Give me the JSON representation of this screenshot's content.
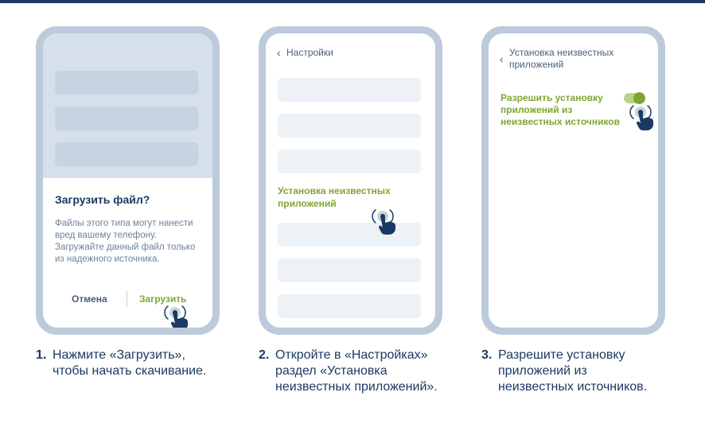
{
  "step1": {
    "dialog_title": "Загрузить файл?",
    "dialog_body": "Файлы этого типа могут нанести вред вашему телефону. Загружайте данный файл только из надежного источника.",
    "cancel_label": "Отмена",
    "download_label": "Загрузить",
    "caption_number": "1.",
    "caption_text": "Нажмите «Загрузить», чтобы начать скачивание."
  },
  "step2": {
    "header": "Настройки",
    "highlight": "Установка неизвестных приложений",
    "caption_number": "2.",
    "caption_text": "Откройте в «Настройках» раздел «Установка неизвестных приложений»."
  },
  "step3": {
    "header": "Установка неизвестных приложений",
    "toggle_label": "Разрешить установку приложений из неизвестных источников",
    "toggle_on": true,
    "caption_number": "3.",
    "caption_text": "Разрешите установку приложений из неизвестных источников."
  },
  "colors": {
    "frame": "#bccadb",
    "accent_green": "#7fa632",
    "text_navy": "#1b3a63",
    "placeholder": "#edf2f7"
  },
  "icons": [
    "chevron-left-icon",
    "tap-hand-icon"
  ]
}
